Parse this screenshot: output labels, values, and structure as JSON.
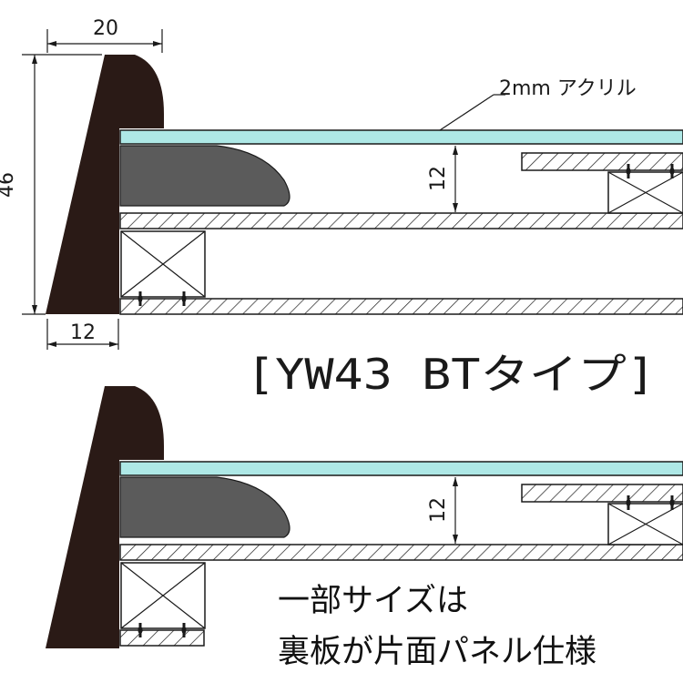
{
  "dimensions": {
    "top_width": "20",
    "height": "46",
    "bottom_width": "12",
    "gap_top": "12",
    "gap_bottom": "12"
  },
  "labels": {
    "acrylic": "2mm アクリル"
  },
  "title": "[YW43 BTタイプ]",
  "caption": {
    "line1": "一部サイズは",
    "line2": "裏板が片面パネル仕様"
  },
  "colors": {
    "frame": "#2a1a16",
    "acrylic": "#aee8e6",
    "mat": "#5b5b5b",
    "line": "#1a1a1a"
  }
}
